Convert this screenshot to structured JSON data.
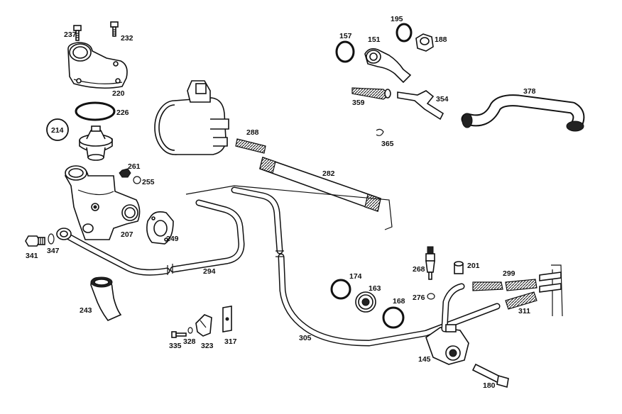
{
  "labels": {
    "l237": "237",
    "l232": "232",
    "l220": "220",
    "l226": "226",
    "l214": "214",
    "l261": "261",
    "l255": "255",
    "l207": "207",
    "l249": "249",
    "l341": "341",
    "l347": "347",
    "l243": "243",
    "l294": "294",
    "l288": "288",
    "l282": "282",
    "l157": "157",
    "l151": "151",
    "l195": "195",
    "l188": "188",
    "l359": "359",
    "l354": "354",
    "l378": "378",
    "l365": "365",
    "l174": "174",
    "l163": "163",
    "l168": "168",
    "l268": "268",
    "l201": "201",
    "l299": "299",
    "l276": "276",
    "l311": "311",
    "l305": "305",
    "l145": "145",
    "l180": "180",
    "l335": "335",
    "l328": "328",
    "l323": "323",
    "l317": "317"
  }
}
